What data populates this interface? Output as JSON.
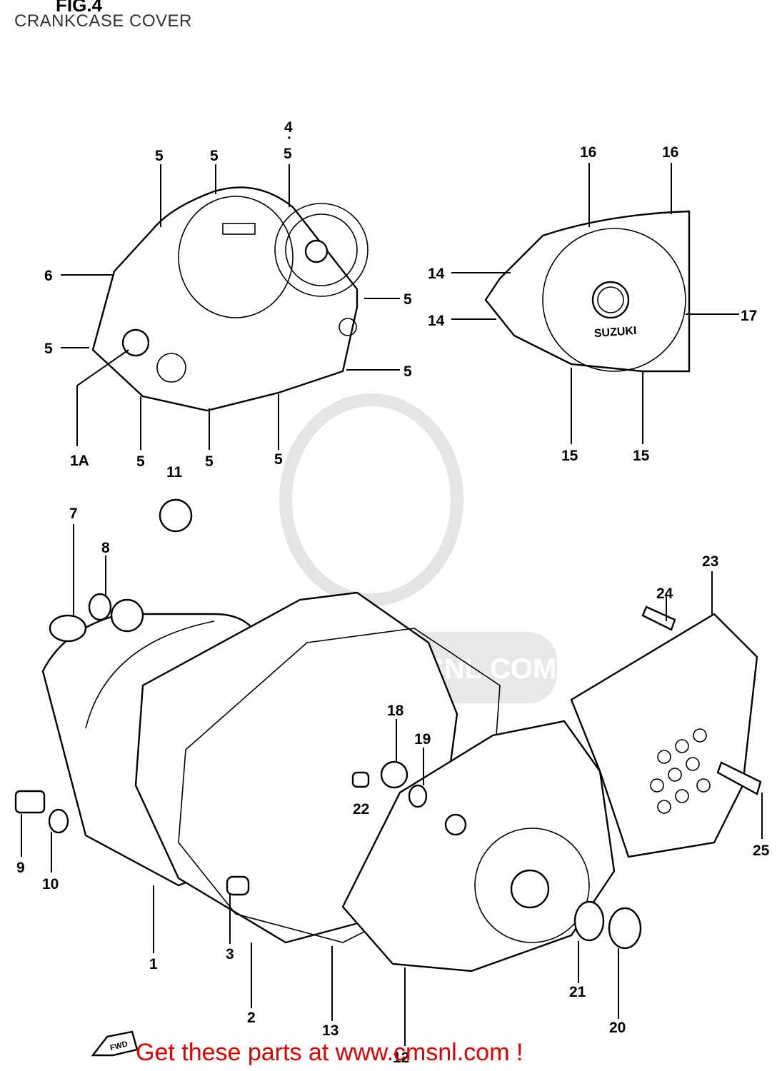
{
  "figure": {
    "number": "FIG.4",
    "title": "CRANKCASE COVER"
  },
  "diagram": {
    "callouts": [
      "1A",
      "1",
      "2",
      "3",
      "4",
      "5",
      "6",
      "7",
      "8",
      "9",
      "10",
      "11",
      "12",
      "13",
      "14",
      "15",
      "16",
      "17",
      "18",
      "19",
      "20",
      "21",
      "22",
      "23",
      "24",
      "25"
    ],
    "cover_brand_text": "SUZUKI",
    "watermark_text": "CMS WWW.CMSNL.COM",
    "direction_marker": "FWD"
  },
  "footer": {
    "promo": "Get these parts at www.cmsnl.com !"
  },
  "colors": {
    "footer_text": "#e00000",
    "line": "#000000",
    "watermark": "#cccccc"
  }
}
